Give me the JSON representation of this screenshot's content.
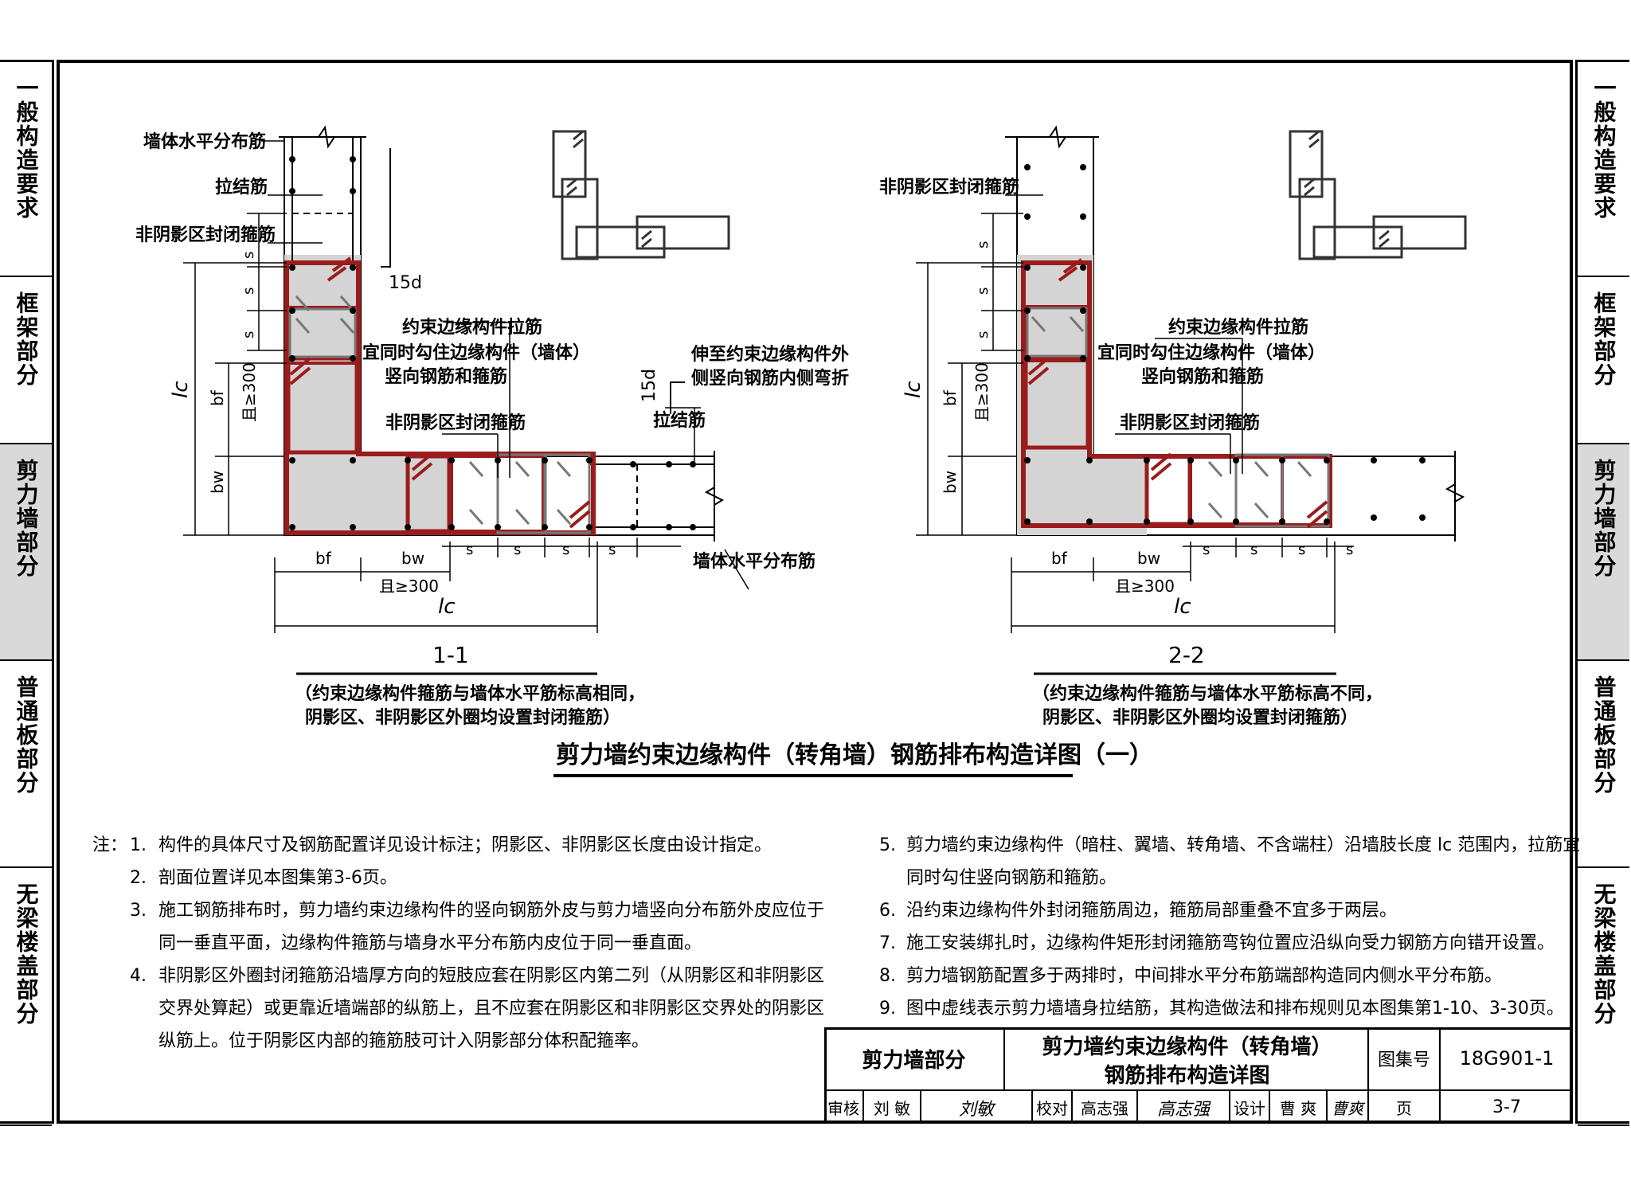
{
  "side_tabs": [
    {
      "label": "一般构造要求",
      "active": false
    },
    {
      "label": "框架部分",
      "active": false
    },
    {
      "label": "剪力墙部分",
      "active": true
    },
    {
      "label": "普通板部分",
      "active": false
    },
    {
      "label": "无梁楼盖部分",
      "active": false
    }
  ],
  "diagram1": {
    "labels": {
      "horiz_rebar": "墙体水平分布筋",
      "tie": "拉结筋",
      "nonshadow_stirrup": "非阴影区封闭箍筋",
      "hook": "15d",
      "edge_tie": "约束边缘构件拉筋",
      "edge_tie_l2": "宜同时勾住边缘构件（墙体）",
      "edge_tie_l3": "竖向钢筋和箍筋",
      "extend_l1": "伸至约束边缘构件外",
      "extend_l2": "侧竖向钢筋内侧弯折",
      "hook2": "15d",
      "tie2": "拉结筋",
      "nonshadow2": "非阴影区封闭箍筋",
      "horiz_rebar2": "墙体水平分布筋",
      "s": "s",
      "lc": "lc",
      "bf": "bf",
      "bw": "bw",
      "ge300": "且≥300"
    },
    "section": "1-1",
    "caption_l1": "（约束边缘构件箍筋与墙体水平筋标高相同，",
    "caption_l2": "阴影区、非阴影区外圈均设置封闭箍筋）"
  },
  "diagram2": {
    "labels": {
      "nonshadow_stirrup": "非阴影区封闭箍筋",
      "edge_tie": "约束边缘构件拉筋",
      "edge_tie_l2": "宜同时勾住边缘构件（墙体）",
      "edge_tie_l3": "竖向钢筋和箍筋",
      "nonshadow2": "非阴影区封闭箍筋",
      "s": "s",
      "lc": "lc",
      "bf": "bf",
      "bw": "bw",
      "ge300": "且≥300"
    },
    "section": "2-2",
    "caption_l1": "（约束边缘构件箍筋与墙体水平筋标高不同，",
    "caption_l2": "阴影区、非阴影区外圈均设置封闭箍筋）"
  },
  "main_title": "剪力墙约束边缘构件（转角墙）钢筋排布构造详图（一）",
  "notes_prefix": "注：",
  "notes_left": [
    {
      "num": "1.",
      "lines": [
        "构件的具体尺寸及钢筋配置详见设计标注；阴影区、非阴影区长度由设计指定。"
      ]
    },
    {
      "num": "2.",
      "lines": [
        "剖面位置详见本图集第3-6页。"
      ]
    },
    {
      "num": "3.",
      "lines": [
        "施工钢筋排布时，剪力墙约束边缘构件的竖向钢筋外皮与剪力墙竖向分布筋外皮应位于",
        "同一垂直平面，边缘构件箍筋与墙身水平分布筋内皮位于同一垂直面。"
      ]
    },
    {
      "num": "4.",
      "lines": [
        "非阴影区外圈封闭箍筋沿墙厚方向的短肢应套在阴影区内第二列（从阴影区和非阴影区",
        "交界处算起）或更靠近墙端部的纵筋上，且不应套在阴影区和非阴影区交界处的阴影区",
        "纵筋上。位于阴影区内部的箍筋肢可计入阴影部分体积配箍率。"
      ]
    }
  ],
  "notes_right": [
    {
      "num": "5.",
      "lines": [
        "剪力墙约束边缘构件（暗柱、翼墙、转角墙、不含端柱）沿墙肢长度 lc 范围内，拉筋宜",
        "同时勾住竖向钢筋和箍筋。"
      ]
    },
    {
      "num": "6.",
      "lines": [
        "沿约束边缘构件外封闭箍筋周边，箍筋局部重叠不宜多于两层。"
      ]
    },
    {
      "num": "7.",
      "lines": [
        "施工安装绑扎时，边缘构件矩形封闭箍筋弯钩位置应沿纵向受力钢筋方向错开设置。"
      ]
    },
    {
      "num": "8.",
      "lines": [
        "剪力墙钢筋配置多于两排时，中间排水平分布筋端部构造同内侧水平分布筋。"
      ]
    },
    {
      "num": "9.",
      "lines": [
        "图中虚线表示剪力墙墙身拉结筋，其构造做法和排布规则见本图集第1-10、3-30页。"
      ]
    }
  ],
  "title_block": {
    "section": "剪力墙部分",
    "title_l1": "剪力墙约束边缘构件（转角墙）",
    "title_l2": "钢筋排布构造详图",
    "atlas_label": "图集号",
    "atlas_no": "18G901-1",
    "review_label": "审核",
    "reviewer": "刘 敏",
    "reviewer_sign": "刘敏",
    "check_label": "校对",
    "checker": "高志强",
    "checker_sign": "高志强",
    "design_label": "设计",
    "designer": "曹 爽",
    "designer_sign": "曹爽",
    "page_label": "页",
    "page_no": "3-7"
  },
  "colors": {
    "rebar": "#9b1c1c",
    "shade": "#d4d4d4",
    "line": "#000000"
  }
}
